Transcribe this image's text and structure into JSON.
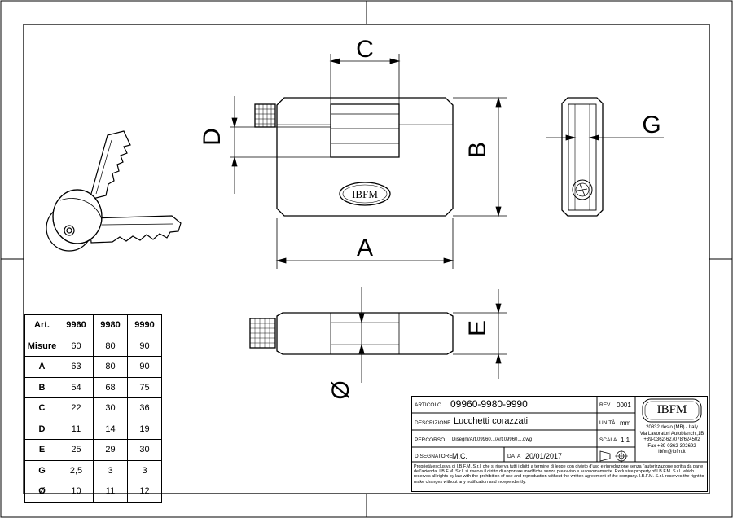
{
  "drawing": {
    "dimensions": {
      "A": "A",
      "B": "B",
      "C": "C",
      "D": "D",
      "E": "E",
      "G": "G",
      "diam": "Ø"
    },
    "logo_text": "IBFM"
  },
  "specs_table": {
    "headers": [
      "Art.",
      "9960",
      "9980",
      "9990"
    ],
    "rows": [
      {
        "label": "Misure",
        "values": [
          "60",
          "80",
          "90"
        ]
      },
      {
        "label": "A",
        "values": [
          "63",
          "80",
          "90"
        ]
      },
      {
        "label": "B",
        "values": [
          "54",
          "68",
          "75"
        ]
      },
      {
        "label": "C",
        "values": [
          "22",
          "30",
          "36"
        ]
      },
      {
        "label": "D",
        "values": [
          "11",
          "14",
          "19"
        ]
      },
      {
        "label": "E",
        "values": [
          "25",
          "29",
          "30"
        ]
      },
      {
        "label": "G",
        "values": [
          "2,5",
          "3",
          "3"
        ]
      },
      {
        "label": "Ø",
        "values": [
          "10",
          "11",
          "12"
        ]
      }
    ]
  },
  "title_block": {
    "articolo_label": "ARTICOLO",
    "articolo": "09960-9980-9990",
    "rev_label": "REV.",
    "rev": "0001",
    "descrizione_label": "DESCRIZIONE",
    "descrizione": "Lucchetti corazzati",
    "unita_label": "UNITÀ",
    "unita": "mm",
    "percorso_label": "PERCORSO",
    "percorso": "Disegni/Art.09960.../Art.09960....dwg",
    "scala_label": "SCALA",
    "scala": "1:1",
    "disegnatore_label": "DISEGNATORE",
    "disegnatore": "M.C.",
    "data_label": "DATA",
    "data": "20/01/2017",
    "logo": "IBFM",
    "address_lines": [
      "20832 desio (MB) - Italy",
      "Via Lavoratori Autobianchi,1B",
      "+39-0362-627078/624502",
      "Fax +39-0362-302692",
      "ibfm@ibfm.it"
    ],
    "note": "Proprietà esclusiva di I.B.F.M. S.r.l. che si riserva tutti i diritti a termine di legge con divieto d'uso e riproduzione senza l'autorizzazione scritta da parte dell'azienda. I.B.F.M. S.r.l. si riserva il diritto di apportare modifiche senza preavviso e autonomamente. Exclusive property of I.B.F.M. S.r.l. which reserves all rights by law with the prohibition of use and reproduction without the written agreement of the company. I.B.F.M. S.r.l. reserves the right to make changes without any notification and independently."
  }
}
